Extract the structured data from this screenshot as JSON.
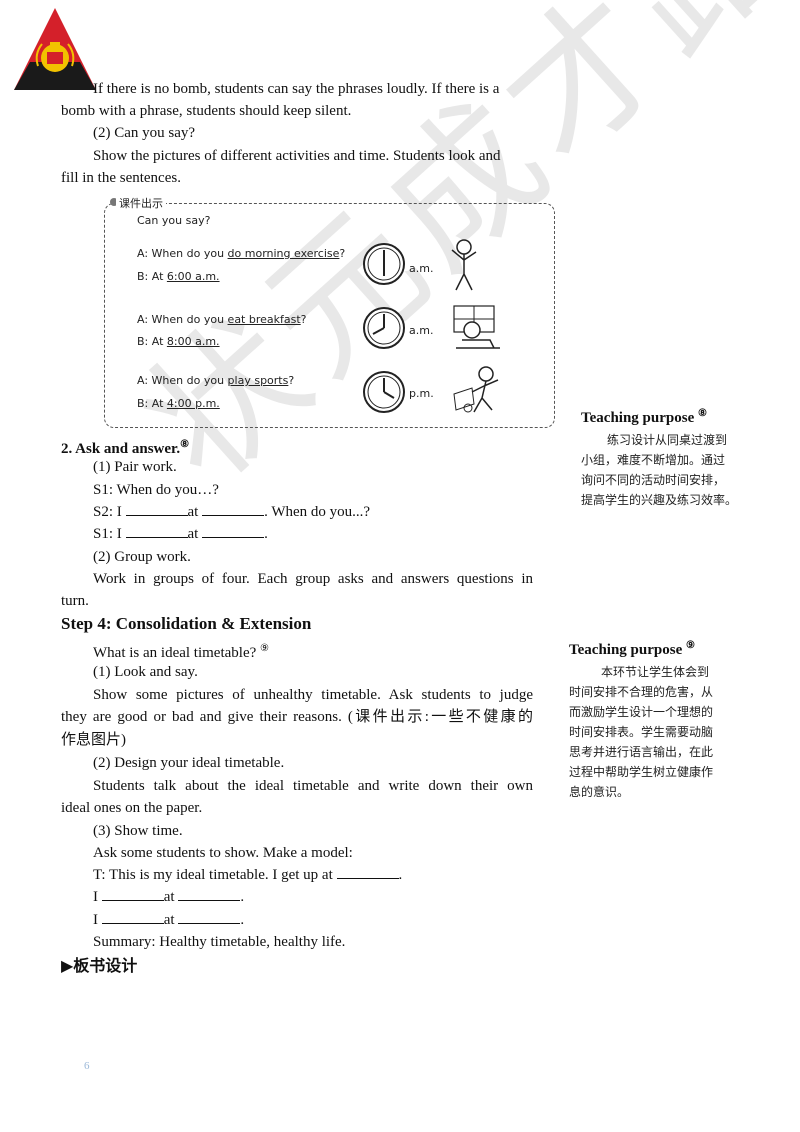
{
  "intro_line1": "If there is no bomb, students can say the phrases loudly. If there is a",
  "intro_line2": "bomb with a phrase, students should keep silent.",
  "can_you_say": "(2) Can you say?",
  "show_pictures_1": "Show the pictures of different activities and time. Students look and",
  "show_pictures_2": "fill in the sentences.",
  "courseware": {
    "label": "课件出示",
    "title": "Can you say?",
    "rows": [
      {
        "q_prefix": "A: When do you ",
        "q_activity": "do morning exercise",
        "q_suffix": "?",
        "a_prefix": "B: At ",
        "a_time": "6:00 a.m.",
        "period": "a.m."
      },
      {
        "q_prefix": "A: When do you ",
        "q_activity": "eat breakfast",
        "q_suffix": "?",
        "a_prefix": "B: At ",
        "a_time": "8:00 a.m.",
        "period": "a.m."
      },
      {
        "q_prefix": "A: When do you ",
        "q_activity": "play sports",
        "q_suffix": "?",
        "a_prefix": "B: At ",
        "a_time": "4:00 p.m.",
        "period": "p.m."
      }
    ]
  },
  "ask_answer_heading": "2. Ask and answer.",
  "note8": "⑧",
  "pair_work": "(1) Pair work.",
  "s1_when": "S1: When do you…?",
  "s2_prefix": "S2: I ",
  "at": "at ",
  "s2_suffix": ". When do you...?",
  "s1_prefix": "S1: I ",
  "period_end": ".",
  "group_work": "(2) Group work.",
  "group_text_1": "Work in groups of four. Each group asks and answers questions in",
  "group_text_2": "turn.",
  "step4_heading": "Step 4: Consolidation & Extension",
  "ideal_question": "What is an ideal timetable?",
  "note9": "⑨",
  "look_say": "(1) Look and say.",
  "unhealthy_1": "Show some pictures of unhealthy timetable. Ask students to judge",
  "unhealthy_2": "they are good or bad and give their reasons. (课件出示:一些不健康的",
  "unhealthy_3": "作息图片)",
  "design": "(2) Design your ideal timetable.",
  "students_talk_1": "Students talk about the ideal timetable and write down their own",
  "students_talk_2": "ideal ones on the paper.",
  "show_time": "(3) Show time.",
  "ask_some": "Ask some students to show. Make a model:",
  "t_model": "T: This is my ideal timetable. I get up at ",
  "i_prefix": "I ",
  "summary": "Summary: Healthy timetable, healthy life.",
  "board_design": "▶板书设计",
  "purpose8": {
    "title": "Teaching purpose",
    "mark": "⑧",
    "lines": [
      "练习设计从同桌过渡到",
      "小组，难度不断增加。通过",
      "询问不同的活动时间安排，",
      "提高学生的兴趣及练习效率。"
    ]
  },
  "purpose9": {
    "title": "Teaching purpose",
    "mark": "⑨",
    "lines": [
      "本环节让学生体会到",
      "时间安排不合理的危害，从",
      "而激励学生设计一个理想的",
      "时间安排表。学生需要动脑",
      "思考并进行语言输出，在此",
      "过程中帮助学生树立健康作",
      "息的意识。"
    ]
  },
  "watermark": "状元成才路",
  "page_number": "6",
  "colors": {
    "logo_red": "#d4202a",
    "logo_black": "#1a1a1a",
    "logo_gold": "#f2c200"
  }
}
